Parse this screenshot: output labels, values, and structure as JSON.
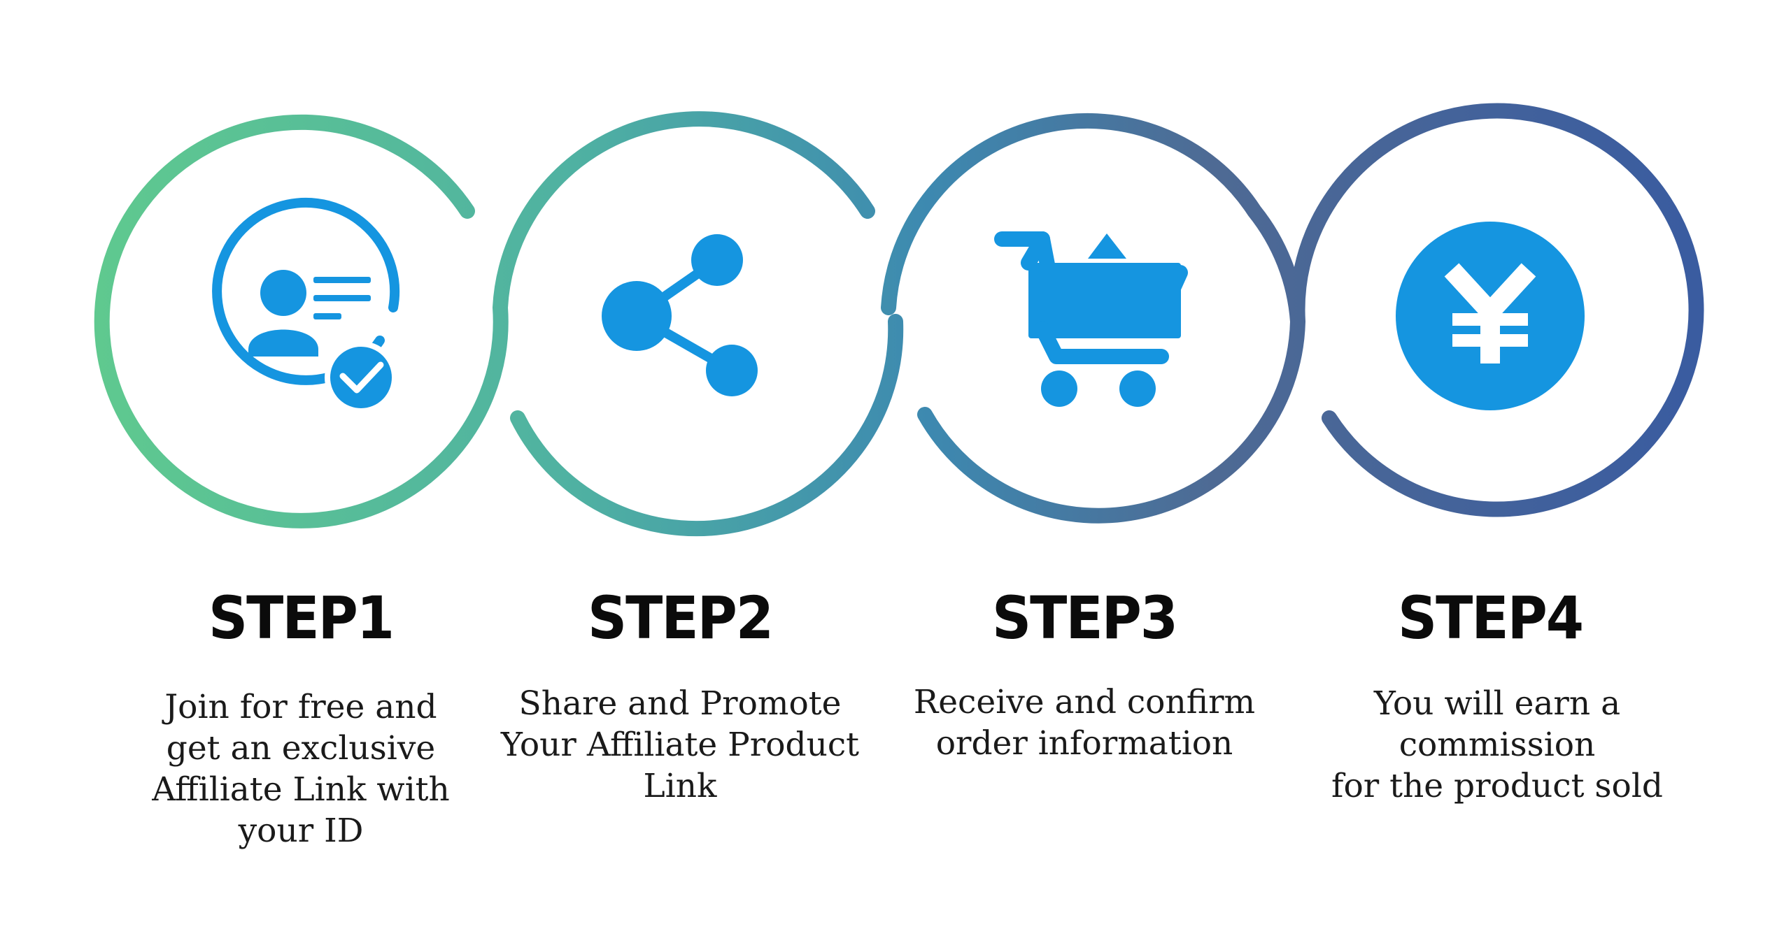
{
  "colors": {
    "background": "#ffffff",
    "icon_blue": "#1595e0",
    "gradient_green": "#5fc98f",
    "gradient_teal": "#3f9aac",
    "gradient_slate": "#4e6a94",
    "gradient_indigo": "#3a5ca0",
    "title_text": "#0b0b0b",
    "body_text": "#1a1a1a"
  },
  "steps": [
    {
      "title": "STEP1",
      "icon": "user-id-verified-icon",
      "description_lines": [
        "Join for free and",
        "get an exclusive",
        "Affiliate Link with",
        "your ID"
      ]
    },
    {
      "title": "STEP2",
      "icon": "share-icon",
      "description_lines": [
        "Share and Promote",
        "Your Affiliate Product",
        "Link"
      ]
    },
    {
      "title": "STEP3",
      "icon": "shopping-cart-icon",
      "description_lines": [
        "Receive and confirm",
        "order information"
      ]
    },
    {
      "title": "STEP4",
      "icon": "yen-coin-icon",
      "description_lines": [
        "You will earn a commission",
        "for the product sold"
      ]
    }
  ]
}
